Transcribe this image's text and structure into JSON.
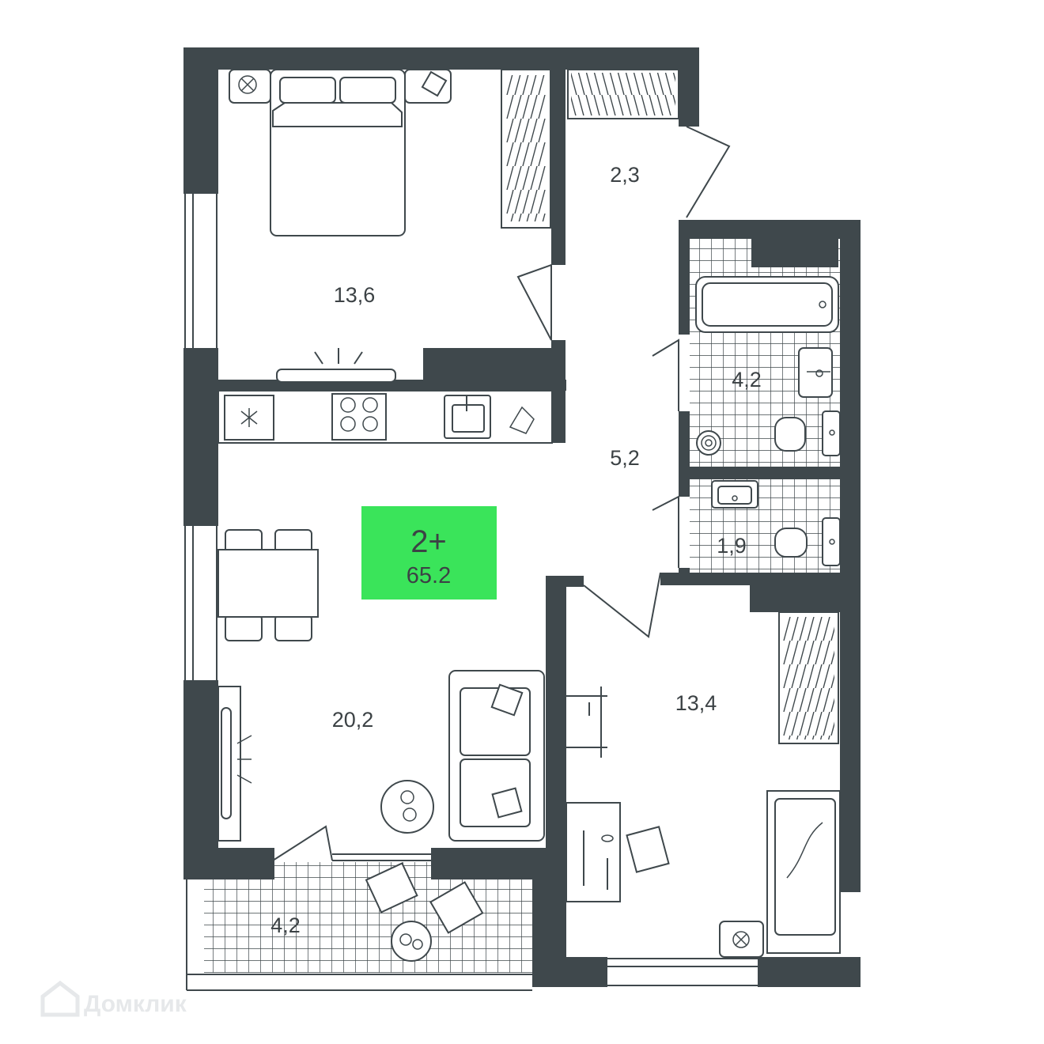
{
  "plan": {
    "badge": {
      "rooms": "2+",
      "total_area": "65.2",
      "color": "#3ae45a"
    },
    "wall_color": "#3f484c",
    "rooms": [
      {
        "id": "bedroom",
        "area": "13,6"
      },
      {
        "id": "wardrobe",
        "area": "2,3"
      },
      {
        "id": "hall",
        "area": "5,2"
      },
      {
        "id": "bathroom",
        "area": "4,2"
      },
      {
        "id": "toilet",
        "area": "1,9"
      },
      {
        "id": "kitchen-living",
        "area": "20,2"
      },
      {
        "id": "second-bedroom",
        "area": "13,4"
      },
      {
        "id": "balcony",
        "area": "4,2"
      }
    ]
  },
  "watermark": {
    "text": "Домклик",
    "icon": "house-logo-icon"
  }
}
